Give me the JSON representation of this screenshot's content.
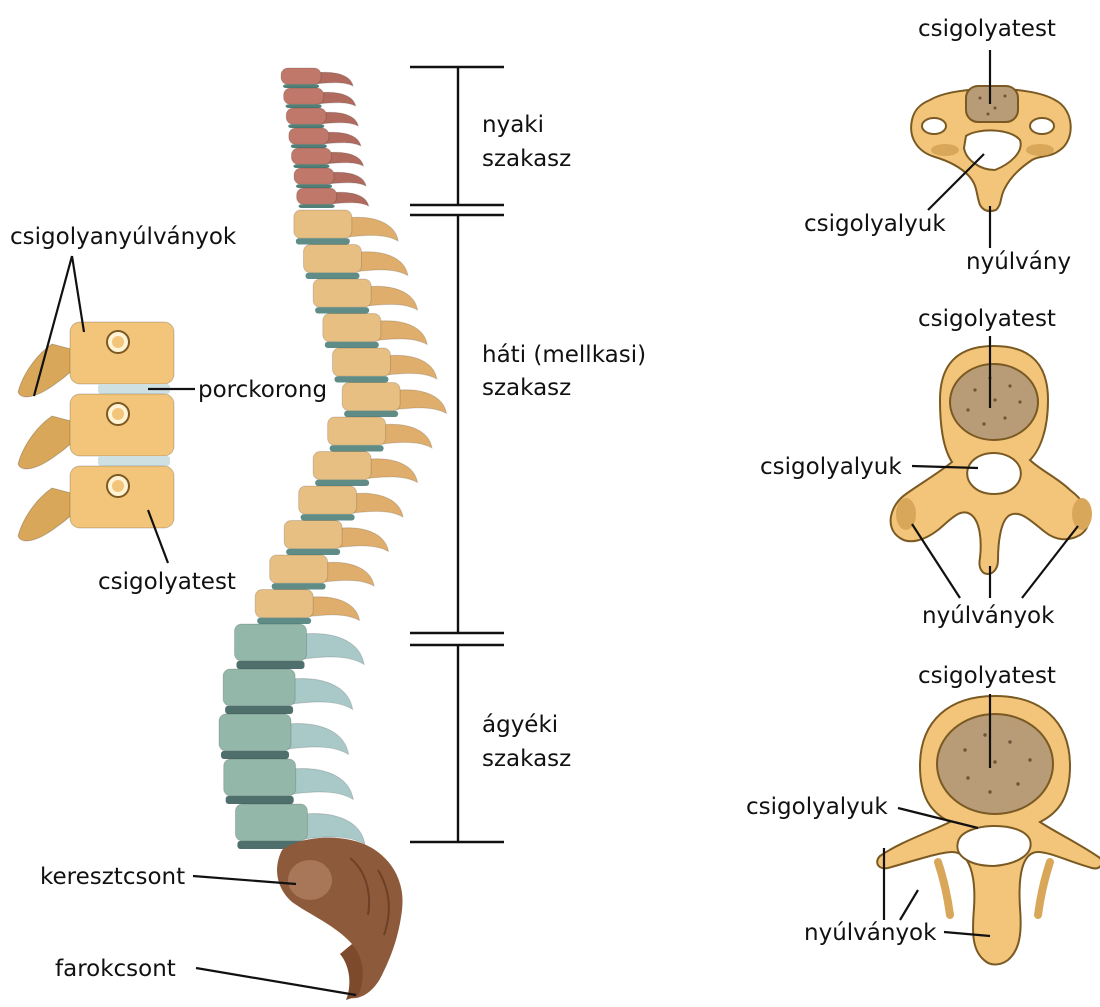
{
  "labels": {
    "cervical": [
      "nyaki",
      "szakasz"
    ],
    "thoracic": [
      "háti (mellkasi)",
      "szakasz"
    ],
    "lumbar": [
      "ágyéki",
      "szakasz"
    ],
    "sacrum": "keresztcsont",
    "coccyx": "farokcsont",
    "side_processes": "csigolyanyúlványok",
    "side_disc": "porckorong",
    "side_body": "csigolyatest",
    "v1_body": "csigolyatest",
    "v1_foramen": "csigolyalyuk",
    "v1_process": "nyúlvány",
    "v2_body": "csigolyatest",
    "v2_foramen": "csigolyalyuk",
    "v2_processes": "nyúlványok",
    "v3_body": "csigolyatest",
    "v3_foramen": "csigolyalyuk",
    "v3_processes": "nyúlványok"
  },
  "colors": {
    "cervical": "#c0786a",
    "thoracic": "#e8bf83",
    "lumbar": "#93b8aa",
    "disc": "#5f8c86",
    "sacrum": "#8e5a3c",
    "bone": "#f2c57a",
    "bone_shade": "#d9a75a",
    "body_texture": "#a0876a",
    "cartilage": "#cfe0e3"
  }
}
